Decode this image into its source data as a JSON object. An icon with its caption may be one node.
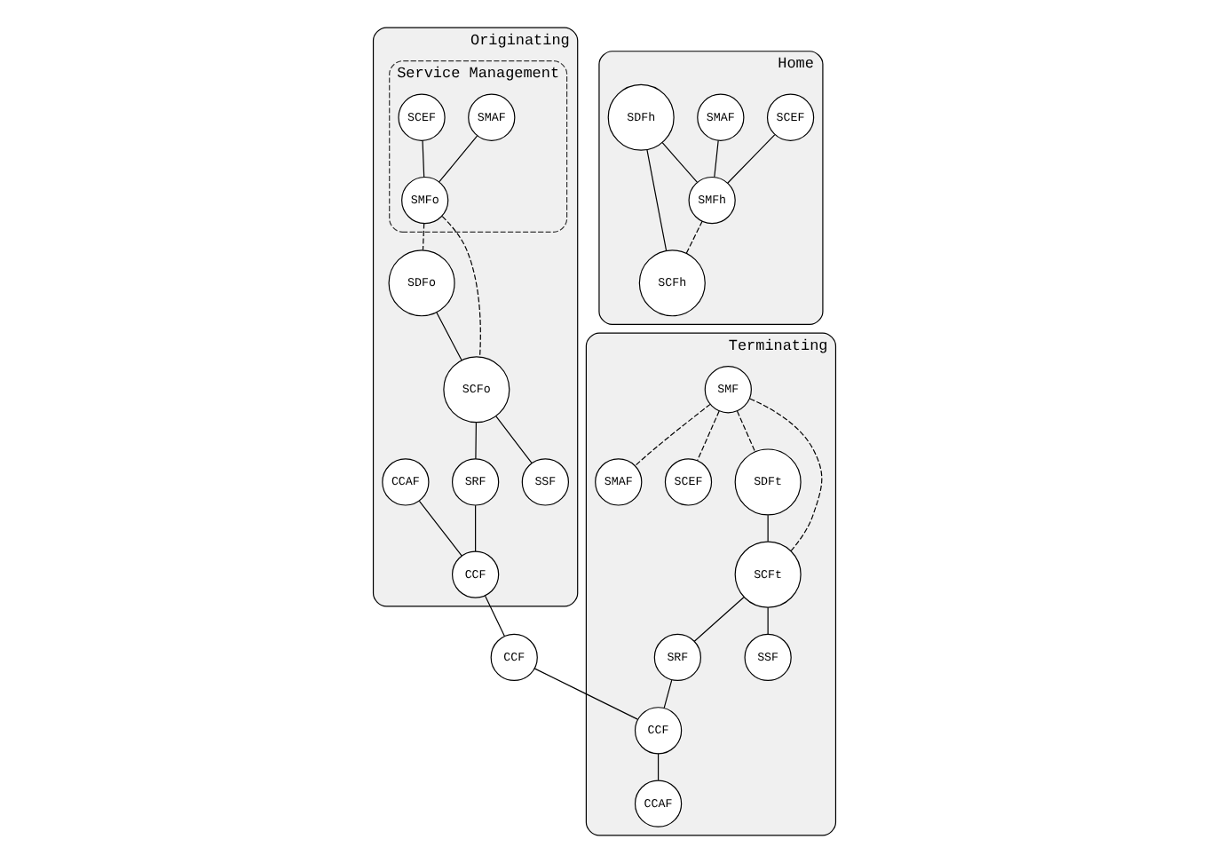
{
  "diagram": {
    "nodes": [
      {
        "text": [
          "Originating"
        ]
      },
      {
        "text": [
          "Service Management"
        ],
        "in": 0
      },
      {
        "text": [
          "SMAF"
        ],
        "in": 1
      },
      {
        "text": [
          "SCEF"
        ],
        "in": 1
      },
      {
        "text": [
          "SMFo"
        ],
        "in": 1
      },
      {
        "text": [
          "SDFo"
        ],
        "in": 0
      },
      {
        "text": [
          "SCFo"
        ],
        "in": 0
      },
      {
        "text": [
          "SRF"
        ],
        "in": 0
      },
      {
        "text": [
          "SSF"
        ],
        "in": 0
      },
      {
        "text": [
          "CCAF"
        ],
        "in": 0
      },
      {
        "text": [
          "CCF"
        ],
        "in": 0
      },
      {
        "text": [
          "Home"
        ]
      },
      {
        "text": [
          "SCEF"
        ],
        "in": 11
      },
      {
        "text": [
          "SMAF"
        ],
        "in": 11
      },
      {
        "text": [
          "SDFh"
        ],
        "in": 11
      },
      {
        "text": [
          "SMFh"
        ],
        "in": 11
      },
      {
        "text": [
          "SCFh"
        ],
        "in": 11
      },
      {
        "text": [
          "CCF"
        ]
      },
      {
        "text": [
          "Terminating"
        ]
      },
      {
        "text": [
          "SMAF"
        ],
        "in": 18
      },
      {
        "text": [
          "SMF"
        ],
        "in": 18
      },
      {
        "text": [
          "SCEF"
        ],
        "in": 18
      },
      {
        "text": [
          "SDFt"
        ],
        "in": 18
      },
      {
        "text": [
          "SCFt"
        ],
        "in": 18
      },
      {
        "text": [
          "SRF"
        ],
        "in": 18
      },
      {
        "text": [
          "SSF"
        ],
        "in": 18
      },
      {
        "text": [
          "CCF"
        ],
        "in": 18
      },
      {
        "text": [
          "CCAF"
        ],
        "in": 18
      }
    ],
    "edges": [
      {
        "from": 2,
        "to": 4,
        "arrow": "none"
      },
      {
        "from": 3,
        "to": 4,
        "arrow": "none"
      },
      {
        "from": 4,
        "to": 5,
        "arrow": "none",
        "style": "dashed"
      },
      {
        "from": 4,
        "to": 6,
        "arrow": "none",
        "style": "dashed"
      },
      {
        "from": 5,
        "to": 6,
        "arrow": "none"
      },
      {
        "from": 6,
        "to": 7,
        "arrow": "none"
      },
      {
        "from": 6,
        "to": 8,
        "arrow": "none"
      },
      {
        "from": 7,
        "to": 10,
        "arrow": "none"
      },
      {
        "from": 9,
        "to": 10,
        "arrow": "none"
      },
      {
        "from": 10,
        "to": 17,
        "arrow": "none"
      },
      {
        "from": 17,
        "to": 26,
        "arrow": "none"
      },
      {
        "from": 12,
        "to": 15,
        "arrow": "none"
      },
      {
        "from": 13,
        "to": 15,
        "arrow": "none"
      },
      {
        "from": 14,
        "to": 15,
        "arrow": "none"
      },
      {
        "from": 14,
        "to": 16,
        "arrow": "none"
      },
      {
        "from": 15,
        "to": 16,
        "arrow": "none",
        "style": "dashed"
      },
      {
        "from": 20,
        "to": 19,
        "arrow": "none",
        "style": "dashed"
      },
      {
        "from": 20,
        "to": 21,
        "arrow": "none",
        "style": "dashed"
      },
      {
        "from": 20,
        "to": 22,
        "arrow": "none",
        "style": "dashed"
      },
      {
        "from": 20,
        "to": 23,
        "arrow": "none",
        "style": "dashed"
      },
      {
        "from": 22,
        "to": 23,
        "arrow": "none"
      },
      {
        "from": 23,
        "to": 24,
        "arrow": "none"
      },
      {
        "from": 23,
        "to": 25,
        "arrow": "none"
      },
      {
        "from": 24,
        "to": 26,
        "arrow": "none"
      },
      {
        "from": 26,
        "to": 27,
        "arrow": "none"
      }
    ]
  }
}
